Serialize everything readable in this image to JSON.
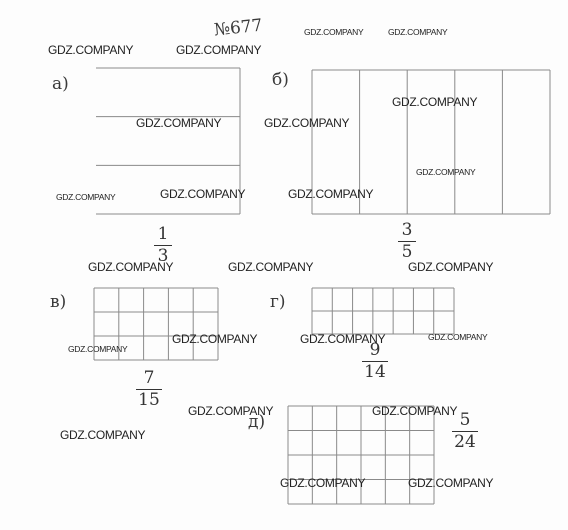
{
  "title": "№677",
  "labels": {
    "a": "а)",
    "b": "б)",
    "v": "в)",
    "g": "г)",
    "d": "д)"
  },
  "fractions": {
    "a": {
      "num": "1",
      "den": "3",
      "grid_cols": 1,
      "grid_rows": 3
    },
    "b": {
      "num": "3",
      "den": "5",
      "grid_cols": 5,
      "grid_rows": 1
    },
    "v": {
      "num": "7",
      "den": "15",
      "grid_cols": 5,
      "grid_rows": 3
    },
    "g": {
      "num": "9",
      "den": "14",
      "grid_cols": 7,
      "grid_rows": 2
    },
    "d": {
      "num": "5",
      "den": "24",
      "grid_cols": 6,
      "grid_rows": 4
    }
  },
  "watermark": "GDZ.COMPANY",
  "colors": {
    "ink": "#3a3a3a",
    "grid": "#8a8a8a",
    "watermark": "#222222"
  }
}
